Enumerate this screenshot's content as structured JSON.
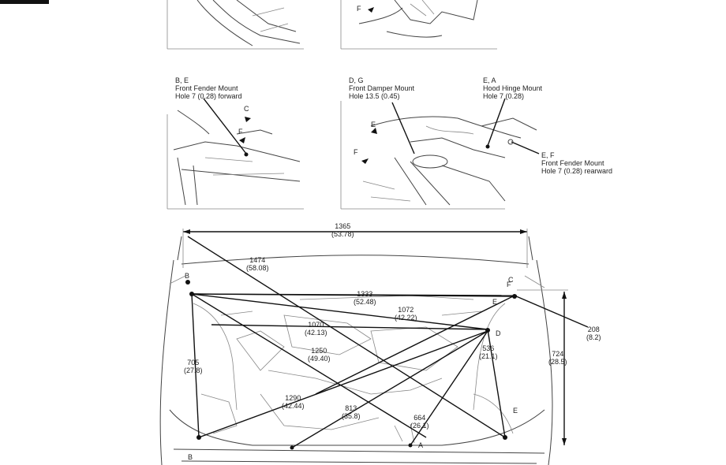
{
  "callouts": [
    {
      "code": "B, E",
      "title": "Front Fender Mount",
      "spec": "Hole 7 (0.28) forward"
    },
    {
      "code": "D, G",
      "title": "Front Damper Mount",
      "spec": "Hole 13.5 (0.45)"
    },
    {
      "code": "E, A",
      "title": "Hood Hinge Mount",
      "spec": "Hole 7 (0.28)"
    },
    {
      "code": "E, F",
      "title": "Front Fender Mount",
      "spec": "Hole 7 (0.28) rearward"
    }
  ],
  "dimensions": [
    {
      "mm": "1365",
      "in": "(53.78)"
    },
    {
      "mm": "1474",
      "in": "(58.08)"
    },
    {
      "mm": "1333",
      "in": "(52.48)"
    },
    {
      "mm": "1072",
      "in": "(42.22)"
    },
    {
      "mm": "1070",
      "in": "(42.13)"
    },
    {
      "mm": "1250",
      "in": "(49.40)"
    },
    {
      "mm": "705",
      "in": "(27.8)"
    },
    {
      "mm": "536",
      "in": "(21.1)"
    },
    {
      "mm": "208",
      "in": "(8.2)"
    },
    {
      "mm": "724",
      "in": "(28.5)"
    },
    {
      "mm": "1290",
      "in": "(42.44)"
    },
    {
      "mm": "813",
      "in": "(35.8)"
    },
    {
      "mm": "664",
      "in": "(26.1)"
    }
  ],
  "point_letters": [
    "F",
    "C",
    "F",
    "E",
    "F",
    "B",
    "C",
    "E",
    "F",
    "A",
    "D",
    "B",
    "E"
  ]
}
